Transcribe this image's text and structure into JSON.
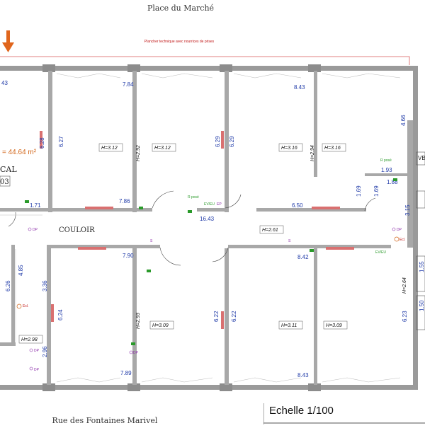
{
  "streets": {
    "top": "Place du Marché",
    "bottom": "Rue des Fontaines Marivel"
  },
  "technical_floor_note": "Plancher technique avec nourrices de prises",
  "scale_label": "Echelle 1/100",
  "corridor_label": "COULOIR",
  "local": {
    "area_text": "= 44.64 m²",
    "name_fragment": "CAL",
    "number_fragment": "03"
  },
  "dimensions": {
    "d_43": "43",
    "d_784": "7.84",
    "d_843_top": "8.43",
    "d_628_a": "6.28",
    "d_627": "6.27",
    "d_629_a": "6.29",
    "d_629_b": "6.29",
    "d_466": "4.66",
    "d_171": "1.71",
    "d_786": "7.86",
    "d_1643": "16.43",
    "d_650": "6.50",
    "d_169_a": "1.69",
    "d_169_b": "1.69",
    "d_193": "1.93",
    "d_188": "1.88",
    "d_315": "3.15",
    "d_790": "7.90",
    "d_842": "8.42",
    "d_485": "4.85",
    "d_336": "3.36",
    "d_626": "6.26",
    "d_624": "6.24",
    "d_622_a": "6.22",
    "d_622_b": "6.22",
    "d_623": "6.23",
    "d_155": "1.55",
    "d_150": "1.50",
    "d_296": "2.96",
    "d_789": "7.89",
    "d_843_bottom": "8.43"
  },
  "heights": {
    "h_312_a": "H=3.12",
    "h_312_b": "H=3.12",
    "h_316_a": "H=3.16",
    "h_316_b": "H=3.16",
    "h_292": "H=2.92",
    "h_294": "H=2.94",
    "h_261": "H=2.61",
    "h_264": "H=2.64",
    "h_298": "H=2.98",
    "h_293": "H=2.93",
    "h_309_a": "H=3.09",
    "h_311": "H=3.11",
    "h_309_b": "H=3.09"
  },
  "annotations": {
    "dp": "DP",
    "eclairage": "Ecl.",
    "s": "S",
    "ev_eu": "EV/EU",
    "ep": "EP",
    "r_pose": "R posé",
    "vb": "VB"
  },
  "colors": {
    "wall": "#9a9a9a",
    "dimension": "#1f3aa8",
    "accent_red": "#c01515",
    "arrow_orange": "#e0651c",
    "green": "#2a9a2a"
  }
}
